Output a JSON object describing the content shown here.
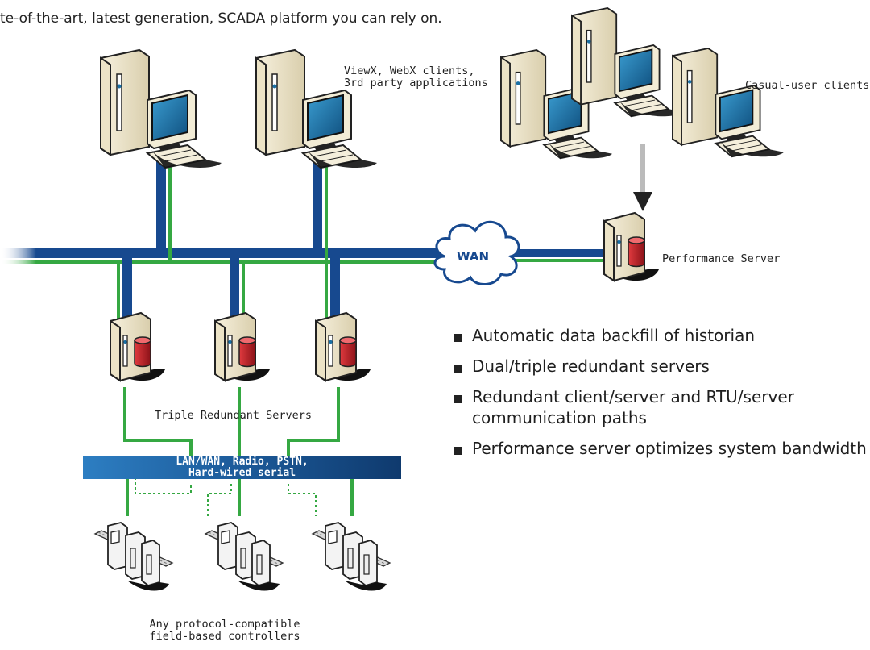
{
  "intro_text": "te-of-the-art, latest generation, SCADA platform you can rely on.",
  "labels": {
    "clients": "ViewX, WebX clients,\n3rd party applications",
    "casual": "Casual-user clients",
    "performance_server": "Performance Server",
    "wan": "WAN",
    "triple_redundant": "Triple Redundant Servers",
    "network_box": "LAN/WAN, Radio, PSTN,\nHard-wired serial",
    "controllers": "Any protocol-compatible\nfield-based controllers"
  },
  "features": [
    "Automatic data backfill of historian",
    "Dual/triple redundant servers",
    "Redundant client/server and RTU/server",
    "communication paths",
    "Performance server optimizes system bandwidth"
  ],
  "colors": {
    "blue_line": "#17498f",
    "green_line": "#35a842",
    "box_dark": "#0f3a6e",
    "box_light": "#2d7ec2",
    "server_red": "#b11e25",
    "monitor_blue": "#1a6fa4"
  },
  "icons": [
    "workstation-icon",
    "tower-computer-icon",
    "database-server-icon",
    "rtu-controller-icon",
    "wan-cloud-icon",
    "down-arrow-icon"
  ]
}
